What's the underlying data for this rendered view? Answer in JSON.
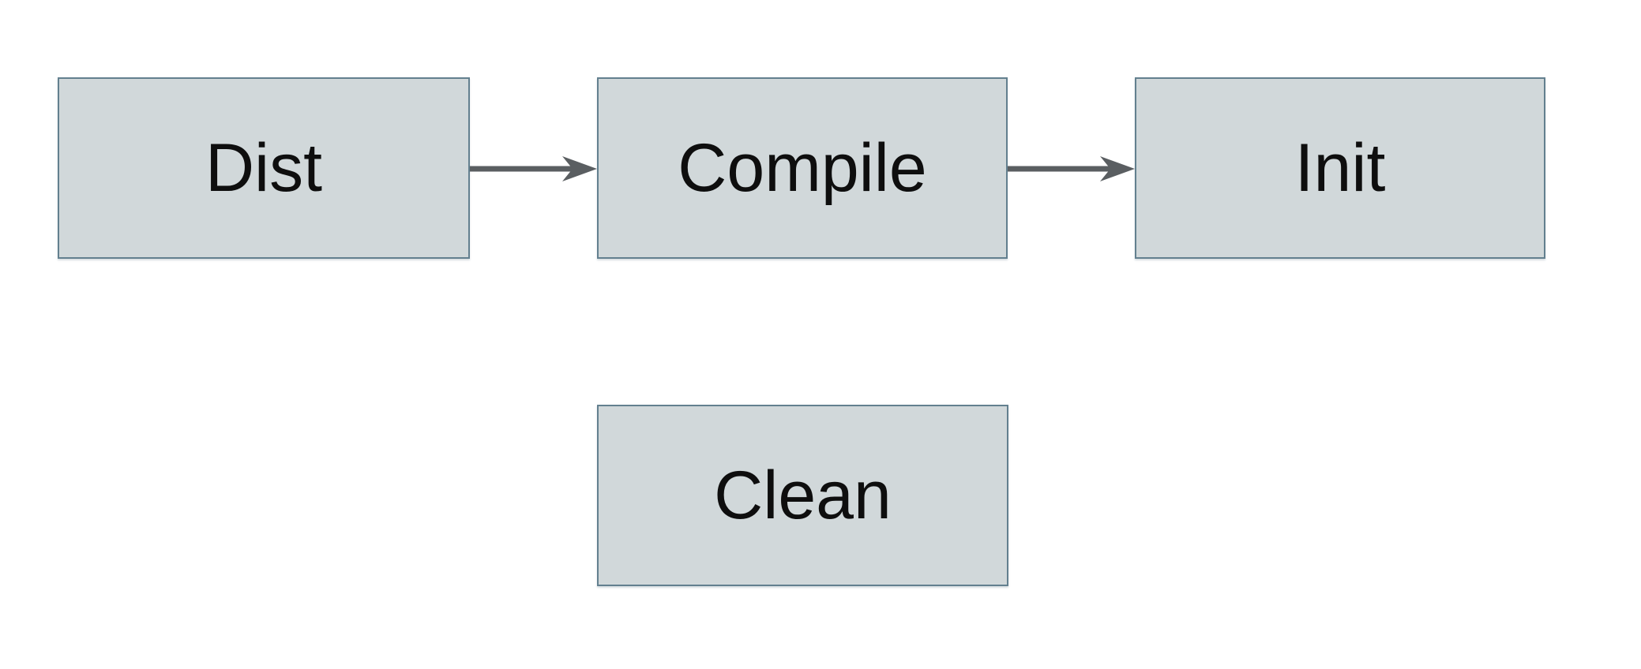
{
  "diagram": {
    "title": "build-tasks-flowchart",
    "nodes": [
      {
        "id": "dist",
        "label": "Dist"
      },
      {
        "id": "compile",
        "label": "Compile"
      },
      {
        "id": "init",
        "label": "Init"
      },
      {
        "id": "clean",
        "label": "Clean"
      }
    ],
    "edges": [
      {
        "from": "dist",
        "to": "compile",
        "direction": "right"
      },
      {
        "from": "compile",
        "to": "init",
        "direction": "right"
      }
    ],
    "colors": {
      "background": "#ffffff",
      "node_fill": "#d1d8da",
      "node_border": "#63808f",
      "arrow": "#5a5e61",
      "text": "#0e0e0e"
    }
  }
}
